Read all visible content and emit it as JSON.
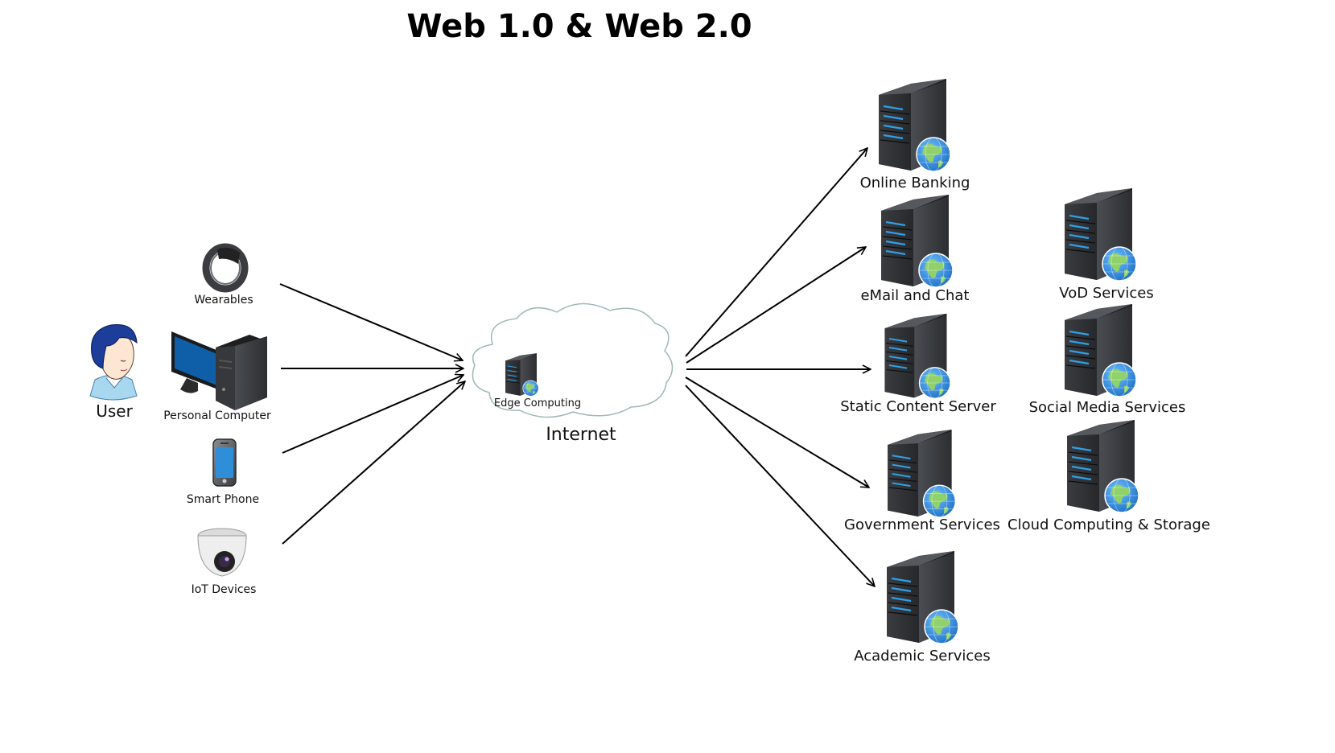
{
  "title": "Web 1.0 & Web 2.0",
  "user": {
    "label": "User"
  },
  "devices": [
    {
      "id": "wearables",
      "label": "Wearables",
      "icon": "wearable-watch-icon"
    },
    {
      "id": "pc",
      "label": "Personal Computer",
      "icon": "desktop-computer-icon"
    },
    {
      "id": "phone",
      "label": "Smart Phone",
      "icon": "smartphone-icon"
    },
    {
      "id": "iot",
      "label": "IoT Devices",
      "icon": "security-camera-icon"
    }
  ],
  "internet": {
    "label": "Internet",
    "edge_label": "Edge Computing",
    "icon": "cloud-icon"
  },
  "services": [
    {
      "id": "online-banking",
      "label": "Online Banking",
      "icon": "web-server-icon"
    },
    {
      "id": "email-chat",
      "label": "eMail and Chat",
      "icon": "web-server-icon"
    },
    {
      "id": "static-content",
      "label": "Static Content Server",
      "icon": "web-server-icon"
    },
    {
      "id": "government",
      "label": "Government Services",
      "icon": "web-server-icon"
    },
    {
      "id": "academic",
      "label": "Academic Services",
      "icon": "web-server-icon"
    },
    {
      "id": "vod",
      "label": "VoD Services",
      "icon": "web-server-icon"
    },
    {
      "id": "social-media",
      "label": "Social Media Services",
      "icon": "web-server-icon"
    },
    {
      "id": "cloud-computing",
      "label": "Cloud Computing & Storage",
      "icon": "web-server-icon"
    }
  ],
  "colors": {
    "server_body": "#2f3134",
    "server_light": "#2e9fe6",
    "globe_water": "#2f8fe3",
    "globe_land": "#8fd16a",
    "screen": "#0f5fa8",
    "arrow": "#000000",
    "cloud_stroke": "#9fb8b8"
  }
}
